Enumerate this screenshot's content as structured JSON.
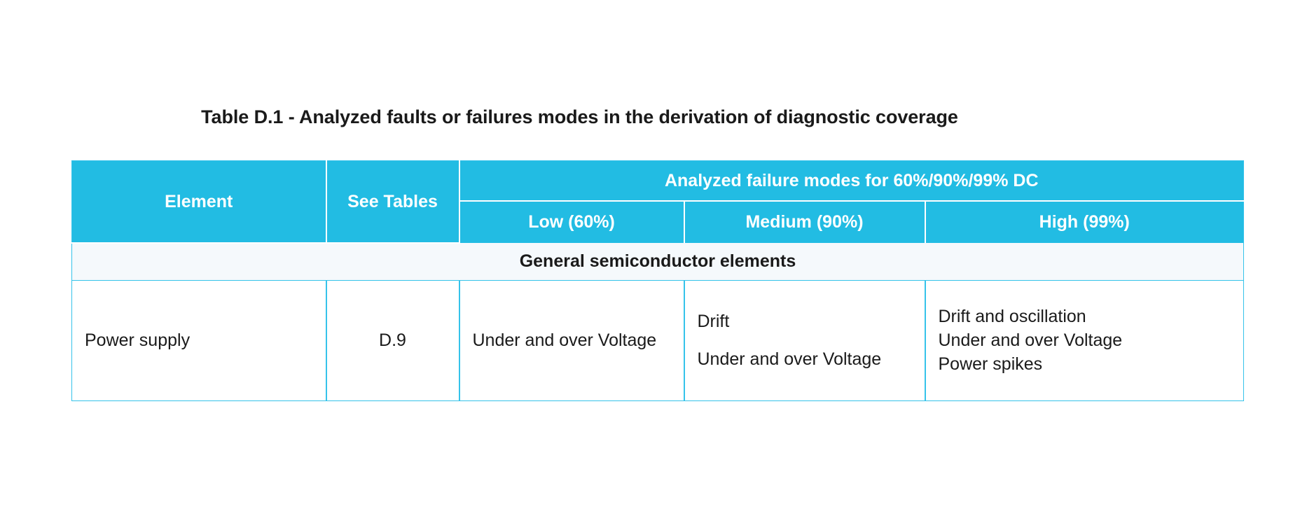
{
  "document": {
    "title": "Table D.1 - Analyzed faults or failures modes in the derivation of diagnostic coverage"
  },
  "colors": {
    "header_bg": "#22bce3",
    "border": "#35c3ea",
    "section_bg": "#f5f9fc",
    "header_text": "#ffffff",
    "body_text": "#1a1a1a"
  },
  "table": {
    "header": {
      "element": "Element",
      "see_tables": "See Tables",
      "group": "Analyzed failure modes for 60%/90%/99% DC",
      "sub": {
        "low": "Low (60%)",
        "medium": "Medium (90%)",
        "high": "High (99%)"
      }
    },
    "sections": [
      {
        "label": "General semiconductor elements",
        "rows": [
          {
            "element": "Power supply",
            "see_tables": "D.9",
            "low": [
              "Under and over Voltage"
            ],
            "medium": [
              "Drift",
              "Under and over Voltage"
            ],
            "high": [
              "Drift and oscillation",
              "Under and over Voltage",
              "Power spikes"
            ]
          }
        ]
      }
    ]
  }
}
